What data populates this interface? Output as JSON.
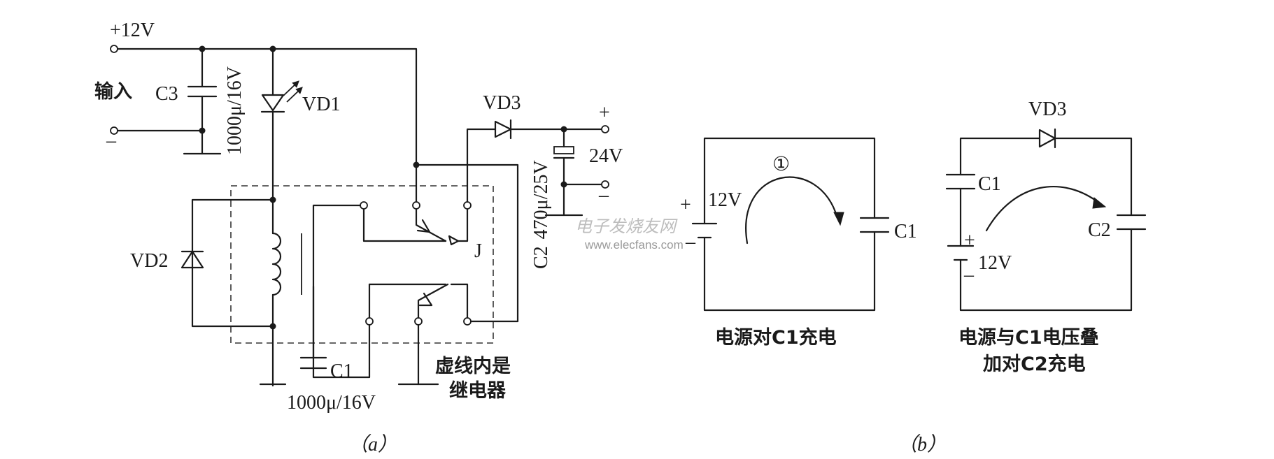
{
  "circuit_a": {
    "input_voltage": "+12V",
    "input_label": "输入",
    "input_minus": "–",
    "c3": {
      "name": "C3",
      "value": "1000μ/16V"
    },
    "vd1": "VD1",
    "vd2": "VD2",
    "vd3": "VD3",
    "relay": {
      "contact": "J",
      "note_line1": "虚线内是",
      "note_line2": "继电器"
    },
    "c1": {
      "name": "C1",
      "value": "1000μ/16V"
    },
    "c2": {
      "name": "C2",
      "value": "470μ/25V"
    },
    "output_plus": "+",
    "output_voltage": "24V",
    "output_minus": "–",
    "caption": "（a）"
  },
  "circuit_b": {
    "left": {
      "plus": "+",
      "minus": "–",
      "source": "12V",
      "cap": "C1",
      "step": "①",
      "caption": "电源对C1充电"
    },
    "right": {
      "diode": "VD3",
      "c1": "C1",
      "c2": "C2",
      "plus": "+",
      "minus": "–",
      "source": "12V",
      "caption_line1": "电源与C1电压叠",
      "caption_line2": "加对C2充电"
    },
    "caption": "（b）"
  },
  "watermark": {
    "chinese": "电子发烧友网",
    "url": "www.elecfans.com"
  }
}
